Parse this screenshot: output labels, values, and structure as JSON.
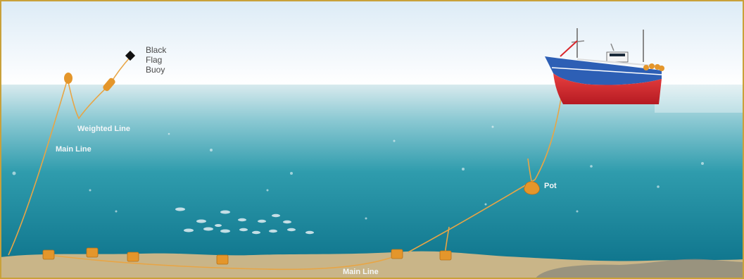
{
  "labels": {
    "buoy": [
      "Black",
      "Flag",
      "Buoy"
    ],
    "weighted_line": "Weighted Line",
    "main_line_left": "Main Line",
    "main_line_bottom": "Main Line",
    "pot": "Pot"
  },
  "colors": {
    "border": "#c9a13a",
    "sky_top": "#dcebf6",
    "sky_bottom": "#ffffff",
    "water_top": "#d8eaee",
    "water_mid": "#2f9cad",
    "water_deep": "#0a6f88",
    "seabed": "#c9b588",
    "seabed_dark": "#8d8b7c",
    "rope": "#e8a545",
    "pot": "#e4962b",
    "hull_red": "#d9262b",
    "hull_blue": "#2d5fb5",
    "cabin": "#f4f4f4",
    "fish": "#cfe3ea"
  },
  "icons": [
    "flag-icon",
    "float-icon",
    "boat-icon",
    "pot-icon",
    "fish-icon"
  ]
}
